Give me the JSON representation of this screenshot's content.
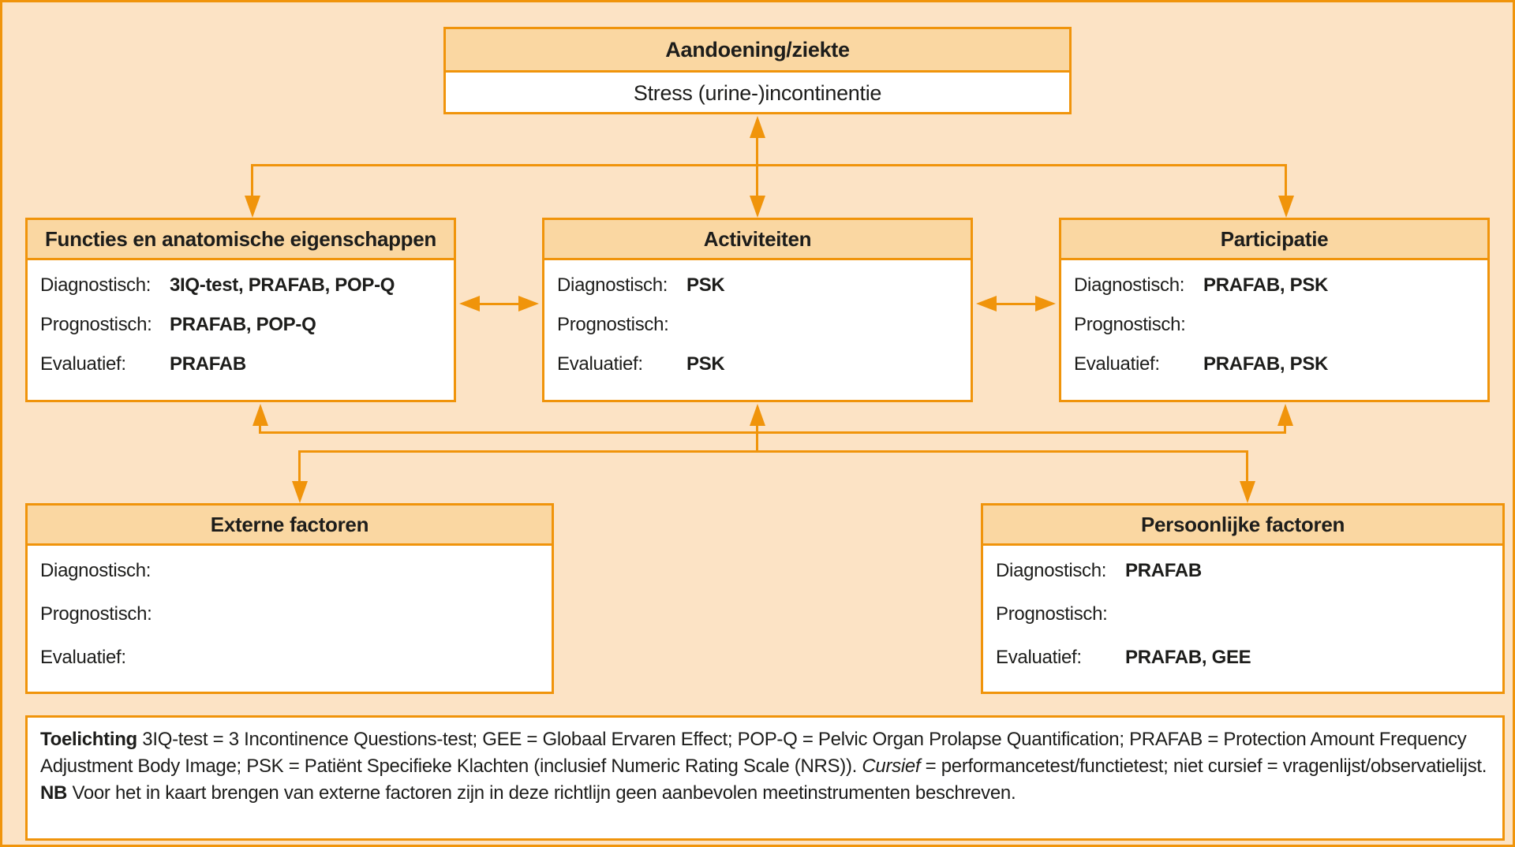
{
  "palette": {
    "background": "#fce3c5",
    "header_fill": "#fad7a2",
    "accent_orange": "#f0940b",
    "body_fill": "#ffffff",
    "text": "#1d1d1b"
  },
  "top_box": {
    "title": "Aandoening/ziekte",
    "subtitle": "Stress (urine-)incontinentie"
  },
  "boxes": [
    {
      "title": "Functies en anatomische eigenschappen",
      "rows": [
        {
          "label": "Diagnostisch:",
          "value": "3IQ-test, PRAFAB, POP-Q"
        },
        {
          "label": "Prognostisch:",
          "value": "PRAFAB, POP-Q"
        },
        {
          "label": "Evaluatief:",
          "value": "PRAFAB"
        }
      ]
    },
    {
      "title": "Activiteiten",
      "rows": [
        {
          "label": "Diagnostisch:",
          "value": "PSK"
        },
        {
          "label": "Prognostisch:",
          "value": ""
        },
        {
          "label": "Evaluatief:",
          "value": "PSK"
        }
      ]
    },
    {
      "title": "Participatie",
      "rows": [
        {
          "label": "Diagnostisch:",
          "value": "PRAFAB, PSK"
        },
        {
          "label": "Prognostisch:",
          "value": ""
        },
        {
          "label": "Evaluatief:",
          "value": "PRAFAB, PSK"
        }
      ]
    },
    {
      "title": "Externe factoren",
      "rows": [
        {
          "label": "Diagnostisch:",
          "value": ""
        },
        {
          "label": "Prognostisch:",
          "value": ""
        },
        {
          "label": "Evaluatief:",
          "value": ""
        }
      ]
    },
    {
      "title": "Persoonlijke factoren",
      "rows": [
        {
          "label": "Diagnostisch:",
          "value": "PRAFAB"
        },
        {
          "label": "Prognostisch:",
          "value": ""
        },
        {
          "label": "Evaluatief:",
          "value": "PRAFAB, GEE"
        }
      ]
    }
  ],
  "footnote": {
    "segments": [
      {
        "text": "Toelichting ",
        "bold": true
      },
      {
        "text": "3IQ-test = 3 Incontinence Questions-test; GEE = Globaal Ervaren Effect; POP-Q = Pelvic Organ Prolapse Quantification; PRAFAB = Protection Amount Frequency Adjustment Body Image; PSK = Patiënt Specifieke Klachten (inclusief Numeric Rating Scale (NRS)). "
      },
      {
        "text": "Cursief",
        "italic": true
      },
      {
        "text": " = performancetest/functietest; niet cursief = vragenlijst/observatielijst. "
      },
      {
        "text": "NB",
        "bold": true
      },
      {
        "text": " Voor het in kaart brengen van externe factoren zijn in deze richtlijn geen aanbevolen meetinstrumenten beschreven."
      }
    ]
  }
}
